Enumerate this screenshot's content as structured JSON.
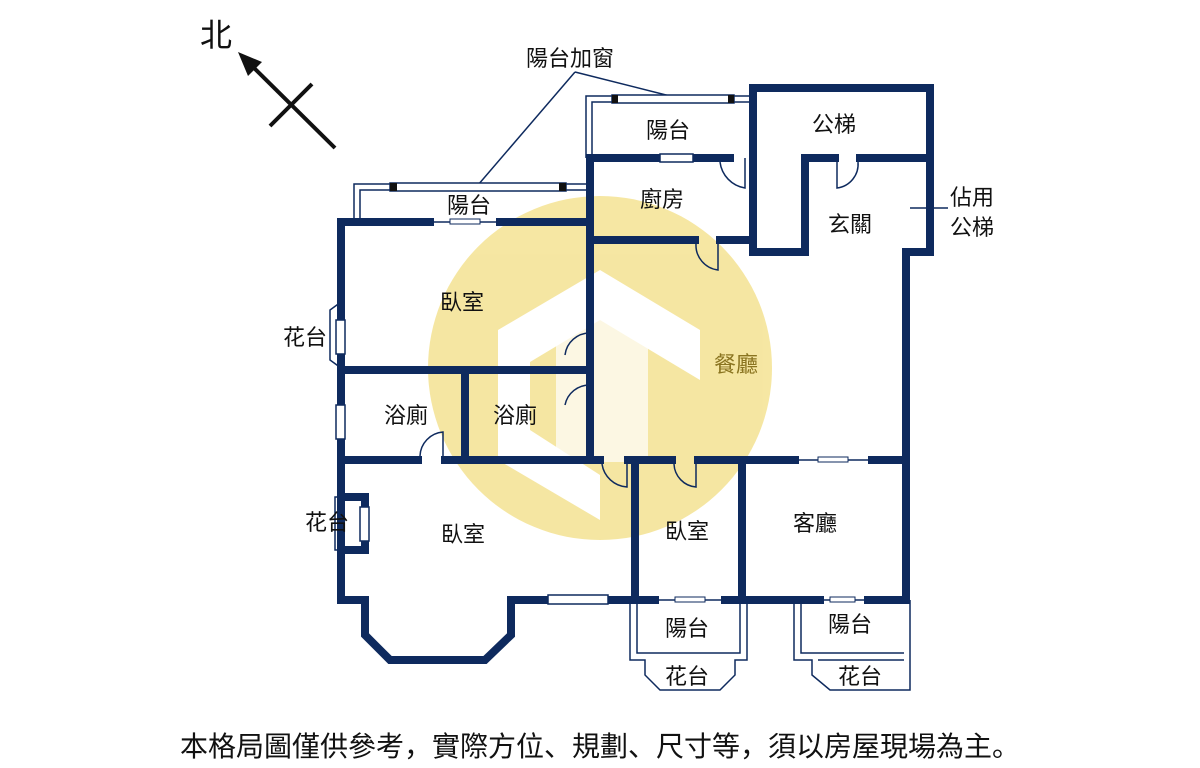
{
  "compass": {
    "north_label": "北"
  },
  "callouts": {
    "balcony_window": "陽台加窗",
    "occupied_stair": [
      "佔用",
      "公梯"
    ]
  },
  "rooms": {
    "balcony_top_right": "陽台",
    "public_stair": "公梯",
    "balcony_top_left": "陽台",
    "kitchen": "廚房",
    "foyer": "玄關",
    "bedroom_upper": "臥室",
    "planter_left_upper": "花台",
    "dining": "餐廳",
    "bath_left": "浴廁",
    "bath_right": "浴廁",
    "planter_left_lower": "花台",
    "bedroom_lower": "臥室",
    "bedroom_small": "臥室",
    "living": "客廳",
    "balcony_bottom_left": "陽台",
    "balcony_bottom_right": "陽台",
    "planter_bottom_left": "花台",
    "planter_bottom_right": "花台"
  },
  "colors": {
    "wall": "#0e2a5e",
    "watermark": "#f0d765"
  },
  "disclaimer": "本格局圖僅供參考，實際方位、規劃、尺寸等，須以房屋現場為主。"
}
